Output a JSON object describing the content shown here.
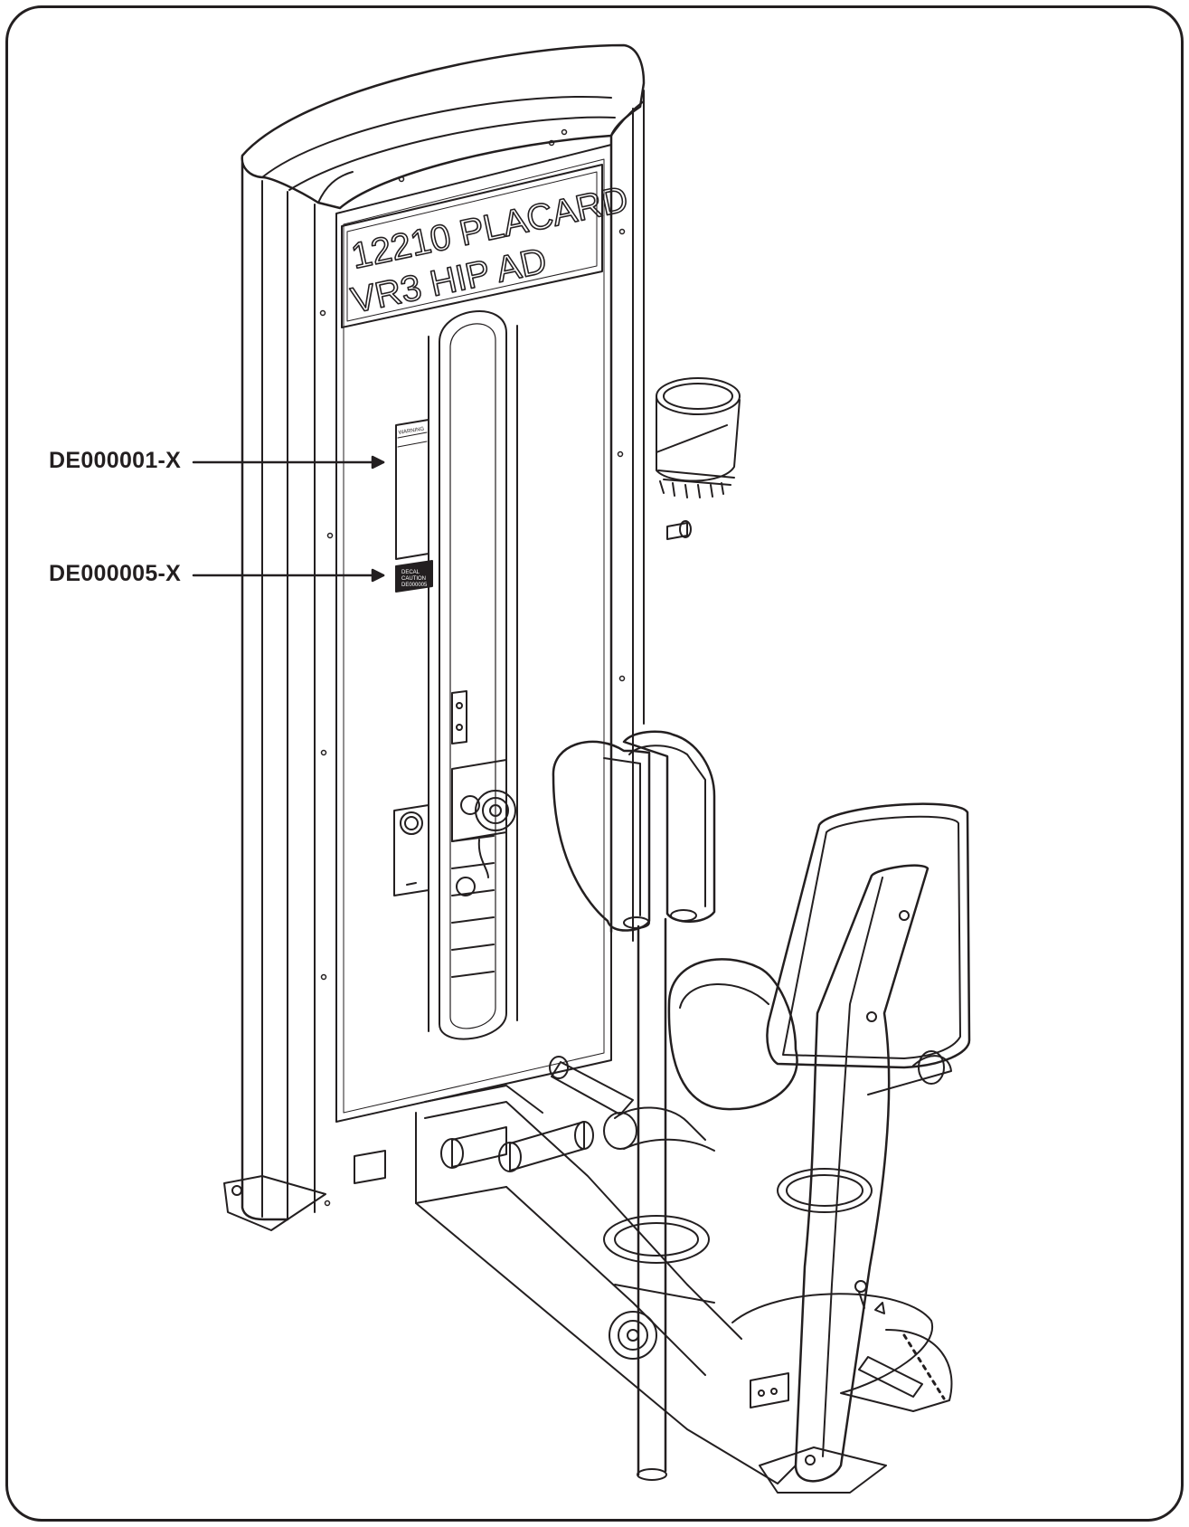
{
  "callouts": [
    {
      "part_number": "DE000001-X"
    },
    {
      "part_number": "DE000005-X"
    }
  ],
  "placard": {
    "line1": "12210 PLACARD",
    "line2": "VR3 HIP AD"
  },
  "decals": {
    "warning_header": "WARNING",
    "caution_lines": [
      "DECAL",
      "CAUTION",
      "DE000005"
    ]
  },
  "colors": {
    "line": "#231f20",
    "background": "#ffffff"
  }
}
